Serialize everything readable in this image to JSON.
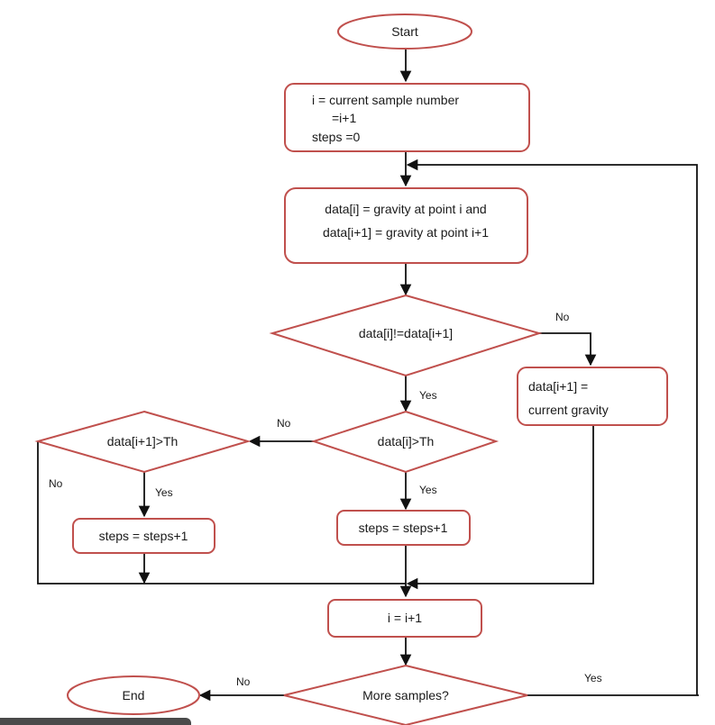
{
  "nodes": {
    "start": "Start",
    "init_line1": "i = current sample number",
    "init_line2": "=i+1",
    "init_line3": "steps =0",
    "data_line1": "data[i] = gravity at point i and",
    "data_line2": "data[i+1] = gravity at point i+1",
    "compare": "data[i]!=data[i+1]",
    "update_line1": "data[i+1] =",
    "update_line2": "current gravity",
    "check_i": "data[i]>Th",
    "check_next": "data[i+1]>Th",
    "steps_left": "steps = steps+1",
    "steps_mid": "steps = steps+1",
    "increment": "i = i+1",
    "more": "More samples?",
    "end": "End"
  },
  "edge_labels": {
    "compare_no": "No",
    "compare_yes": "Yes",
    "check_i_no": "No",
    "check_i_yes": "Yes",
    "check_next_no": "No",
    "check_next_yes": "Yes",
    "more_no": "No",
    "more_yes": "Yes"
  },
  "colors": {
    "shape_border": "#c0504d",
    "arrow": "#111111"
  }
}
